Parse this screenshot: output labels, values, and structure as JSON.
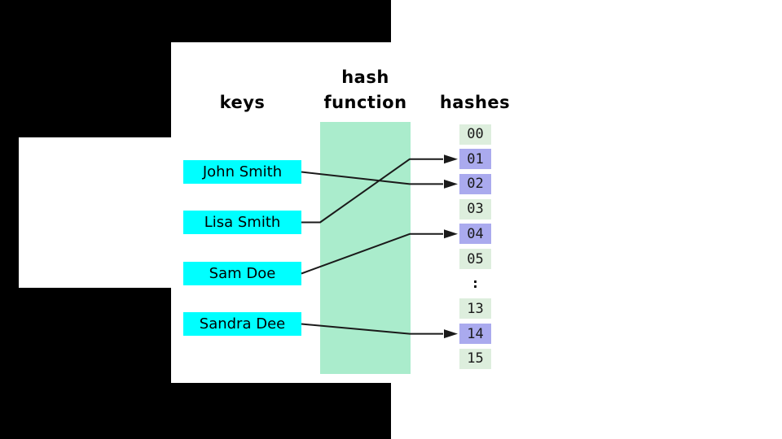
{
  "diagram": {
    "headers": {
      "keys": "keys",
      "hash_function": "hash function",
      "hashes": "hashes"
    },
    "keys": [
      "John Smith",
      "Lisa Smith",
      "Sam Doe",
      "Sandra Dee"
    ],
    "hashes": [
      {
        "label": "00",
        "highlighted": false,
        "separator": false
      },
      {
        "label": "01",
        "highlighted": true,
        "separator": false
      },
      {
        "label": "02",
        "highlighted": true,
        "separator": false
      },
      {
        "label": "03",
        "highlighted": false,
        "separator": false
      },
      {
        "label": "04",
        "highlighted": true,
        "separator": false
      },
      {
        "label": "05",
        "highlighted": false,
        "separator": false
      },
      {
        "label": ":",
        "highlighted": false,
        "separator": true
      },
      {
        "label": "13",
        "highlighted": false,
        "separator": false
      },
      {
        "label": "14",
        "highlighted": true,
        "separator": false
      },
      {
        "label": "15",
        "highlighted": false,
        "separator": false
      }
    ],
    "connections": [
      {
        "from": "John Smith",
        "to": "02"
      },
      {
        "from": "Lisa Smith",
        "to": "01"
      },
      {
        "from": "Sam Doe",
        "to": "04"
      },
      {
        "from": "Sandra Dee",
        "to": "14"
      }
    ],
    "colors": {
      "background_black": "#000000",
      "background_white": "#ffffff",
      "key_box": "#00ffff",
      "function_band": "#aaeccc",
      "hash_cell": "#ddeedd",
      "hash_cell_highlight": "#aaaaee",
      "arrow": "#1a1a1a"
    }
  }
}
